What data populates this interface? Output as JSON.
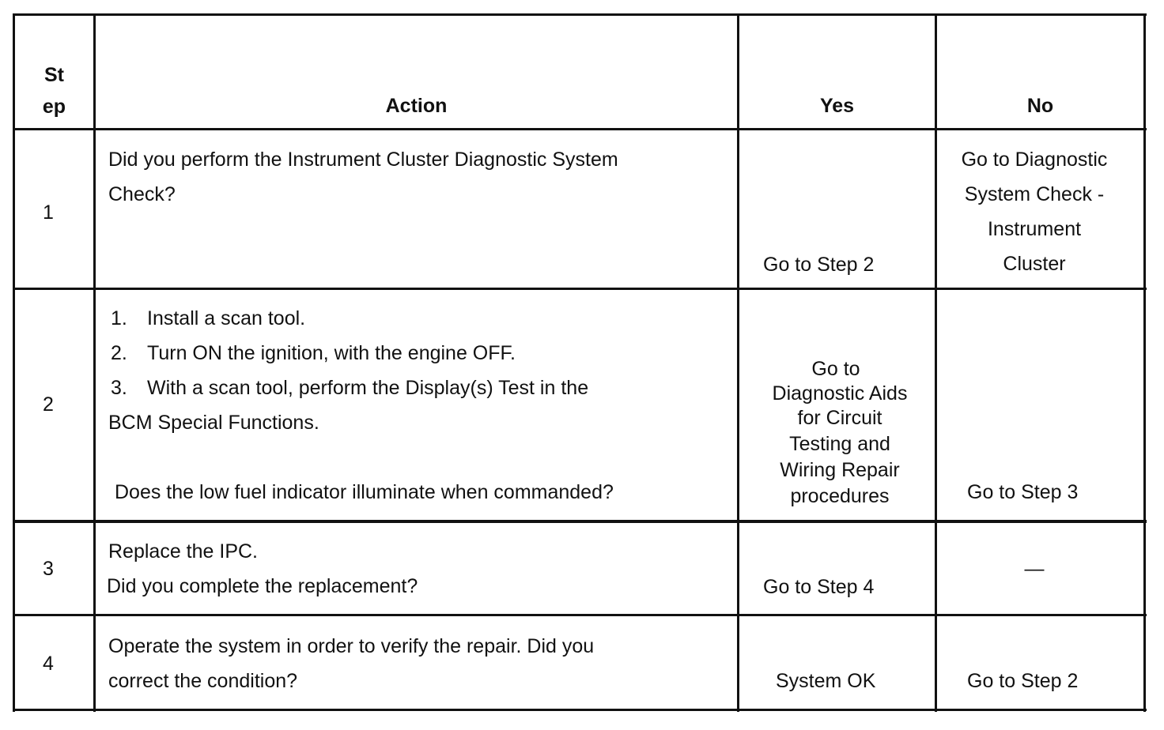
{
  "headers": {
    "step": "St\nep",
    "step_line1": "St",
    "step_line2": "ep",
    "action": "Action",
    "yes": "Yes",
    "no": "No"
  },
  "rows": [
    {
      "step": "1",
      "action_lines": [
        "Did you perform the Instrument Cluster Diagnostic System",
        "Check?"
      ],
      "yes": "Go to Step 2",
      "no_lines": [
        "Go to Diagnostic",
        "System Check -",
        "Instrument",
        "Cluster"
      ]
    },
    {
      "step": "2",
      "list": [
        {
          "n": "1.",
          "text": "Install a scan tool."
        },
        {
          "n": "2.",
          "text": "Turn ON the ignition, with the engine OFF."
        },
        {
          "n": "3.",
          "text": "With a scan tool, perform the Display(s) Test in the"
        }
      ],
      "list_continuation": "BCM Special Functions.",
      "question": "Does the low fuel indicator illuminate when commanded?",
      "yes_lines": [
        "Go to",
        "Diagnostic Aids",
        "for Circuit",
        "Testing  and",
        "Wiring Repair",
        "procedures"
      ],
      "no": "Go to Step 3"
    },
    {
      "step": "3",
      "action_lines": [
        "Replace the IPC.",
        "Did you complete the replacement?"
      ],
      "yes": "Go to Step 4",
      "no": "—"
    },
    {
      "step": "4",
      "action_lines": [
        "Operate the system in order to verify the repair. Did you",
        "correct the condition?"
      ],
      "yes": "System OK",
      "no": "Go to Step 2"
    }
  ]
}
